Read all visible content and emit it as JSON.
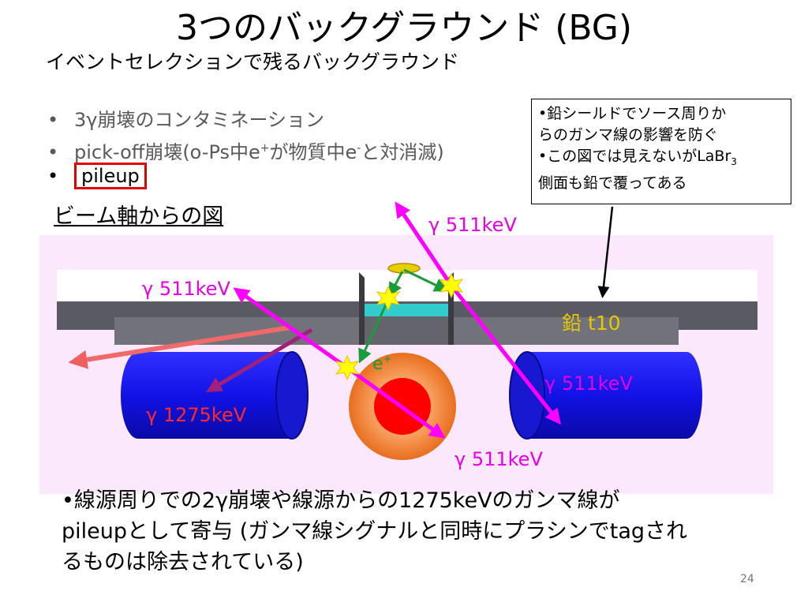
{
  "title": "3つのバックグラウンド (BG)",
  "subtitle": "イベントセレクションで残るバックグラウンド",
  "bullets": {
    "b1": {
      "dot": "•",
      "prefix": "3",
      "gamma": "γ",
      "text": "崩壊のコンタミネーション"
    },
    "b2": {
      "dot": "•",
      "text1": "pick-off崩壊(o-Ps中e",
      "sup1": "+",
      "text2": "が物質中e",
      "sup2": "-",
      "text3": "と対消滅)"
    },
    "b3": {
      "dot": "•",
      "text": "pileup"
    }
  },
  "view_label": "ビーム軸からの図",
  "note": {
    "line1": "•鉛シールドでソース周りか",
    "line2": "らのガンマ線の影響を防ぐ",
    "line3": "•この図では見えないがLaBr",
    "line3_sub": "3",
    "line4": "側面も鉛で覆ってある"
  },
  "diagram": {
    "lead_label": "鉛 t10",
    "positron_label": "e",
    "positron_sup": "+",
    "gamma": "γ",
    "g_top_right": " 511keV",
    "g_left": " 511keV",
    "g_right": " 511keV",
    "g_bottom": " 511keV",
    "g_1275": " 1275keV"
  },
  "colors": {
    "magenta": "#ff00ff",
    "pink_label": "#e600e6",
    "red": "#ff2a2a",
    "green": "#1a9c3a",
    "lead_gold": "#e6c800",
    "detector_blue": "#1010e0",
    "source_orange": "#f08a3c",
    "source_red": "#ff0000",
    "background_pink": "#fce8fc",
    "cyan": "#33cccc"
  },
  "bottom": {
    "line1a": "•線源周りでの2",
    "line1g": "γ",
    "line1b": "崩壊や線源からの1275keVのガンマ線が",
    "line2": "pileupとして寄与 (ガンマ線シグナルと同時にプラシンでtagされ",
    "line3": "るものは除去されている)"
  },
  "page_number": "24"
}
